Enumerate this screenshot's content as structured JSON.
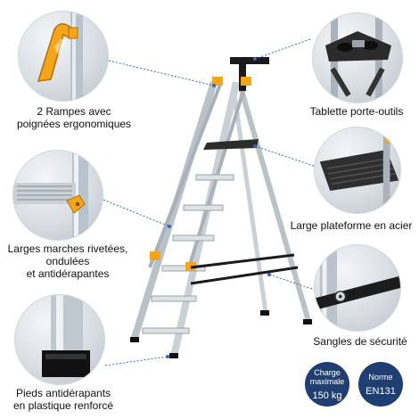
{
  "features": {
    "handles": "2  Rampes avec\npoignées ergonomiques",
    "tray": "Tablette porte-outils",
    "steps": "Larges marches rivetées,\nondulées\net antidérapantes",
    "platform": "Large plateforme en acier",
    "straps": "Sangles de sécurité",
    "feet": "Pieds antidérapants\nen plastique renforcé"
  },
  "badges": {
    "load_label": "Charge\nmaximale",
    "load_value": "150 kg",
    "norm_label": "Norme",
    "norm_value": "EN131"
  },
  "colors": {
    "accent": "#f5a51c",
    "badge": "#1f3f73",
    "leader": "#3a66b3"
  }
}
